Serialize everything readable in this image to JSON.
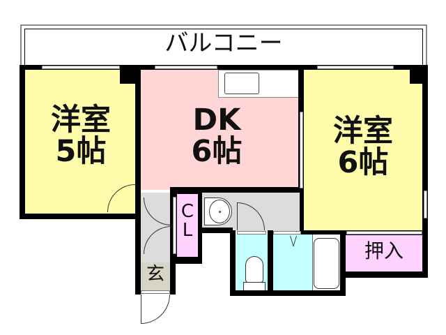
{
  "colors": {
    "western_room": "#fffcac",
    "dk": "#ffd5d5",
    "closet_cl": "#ffd2ff",
    "oshiire": "#ffd2ff",
    "entrance": "#d8d4c6",
    "wet_area": "#c3ffff",
    "corridor": "#dcdcdc",
    "wall": "#000000"
  },
  "balcony": {
    "label": "バルコニー"
  },
  "rooms": {
    "western_left": {
      "label": "洋室\n5帖",
      "type": "洋室",
      "size": "5帖"
    },
    "dk": {
      "label": "DK\n6帖",
      "type": "DK",
      "size": "6帖"
    },
    "western_right": {
      "label": "洋室\n6帖",
      "type": "洋室",
      "size": "6帖"
    },
    "closet": {
      "label": "C\nL"
    },
    "oshiire": {
      "label": "押入"
    },
    "entrance": {
      "label": "玄"
    }
  },
  "fixtures": [
    "kitchen-counter",
    "washbasin",
    "toilet",
    "bathtub"
  ]
}
